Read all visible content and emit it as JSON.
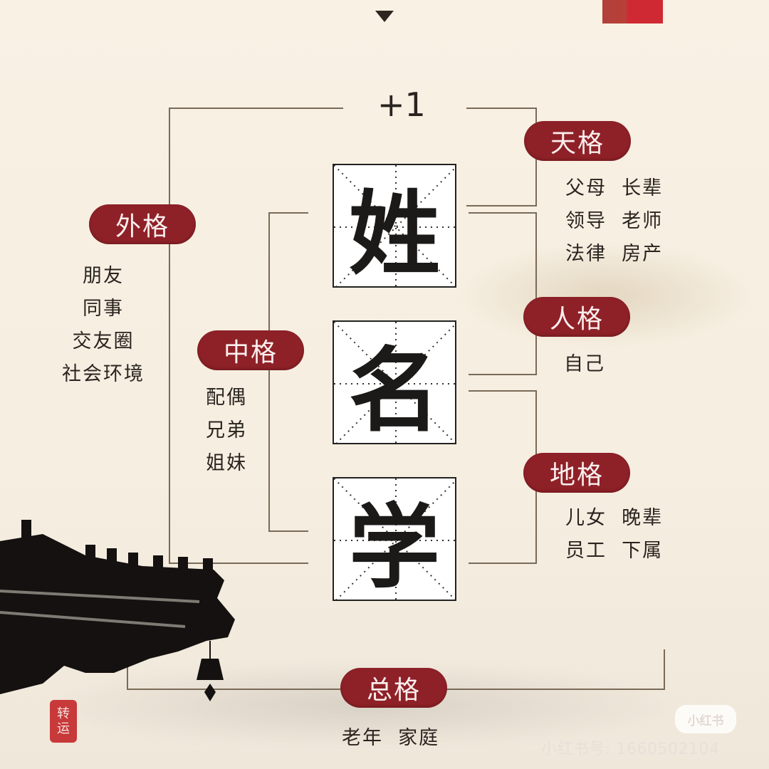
{
  "header": {
    "arrow_icon": "down-triangle",
    "plus_one": "+1"
  },
  "name_chars": [
    "姓",
    "名",
    "学"
  ],
  "grids": {
    "tian": {
      "label": "天格",
      "items": [
        "父母  长辈",
        "领导  老师",
        "法律  房产"
      ]
    },
    "ren": {
      "label": "人格",
      "items": [
        "自己"
      ]
    },
    "di": {
      "label": "地格",
      "items": [
        "儿女  晚辈",
        "员工  下属"
      ]
    },
    "wai": {
      "label": "外格",
      "items": [
        "朋友",
        "同事",
        "交友圈",
        "社会环境"
      ]
    },
    "zhong": {
      "label": "中格",
      "items": [
        "配偶",
        "兄弟",
        "姐妹"
      ]
    },
    "zong": {
      "label": "总格",
      "items": [
        "老年  家庭"
      ]
    }
  },
  "seal": {
    "chars": [
      "转",
      "运"
    ]
  },
  "watermark": {
    "logo": "小红书",
    "id_text": "小红书号: 1660502104"
  },
  "colors": {
    "pill_bg": "#8e2127",
    "line": "#7a6a58",
    "background": "#f8f1e4",
    "text": "#2a2420"
  }
}
